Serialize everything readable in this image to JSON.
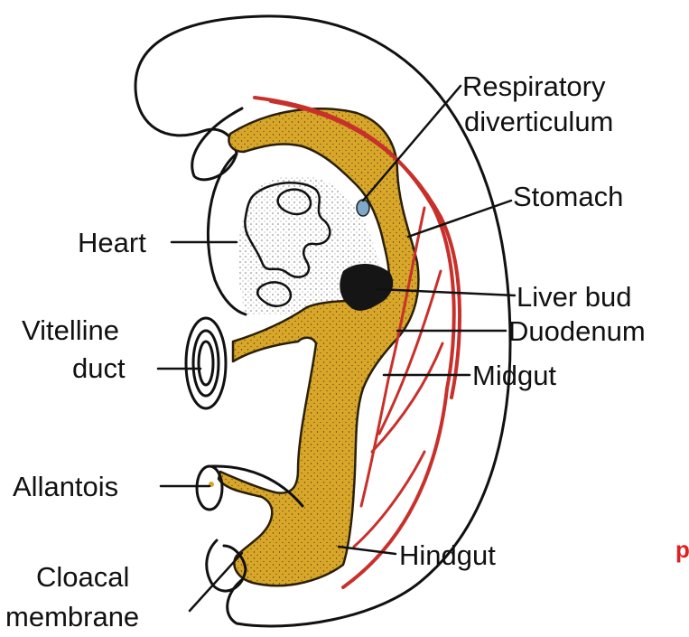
{
  "diagram": {
    "labels": {
      "respiratory_1": "Respiratory",
      "respiratory_2": "diverticulum",
      "stomach": "Stomach",
      "heart": "Heart",
      "liver_bud": "Liver bud",
      "vitelline_1": "Vitelline",
      "vitelline_2": "duct",
      "duodenum": "Duodenum",
      "midgut": "Midgut",
      "allantois": "Allantois",
      "hindgut": "Hindgut",
      "cloacal_1": "Cloacal",
      "cloacal_2": "membrane"
    },
    "edge_text": "p",
    "colors": {
      "gut": "#d8a72a",
      "vessel": "#c8312b",
      "liver": "#151515",
      "respiratory_tip": "#7fa9c9",
      "edge_text": "#e02020"
    }
  }
}
